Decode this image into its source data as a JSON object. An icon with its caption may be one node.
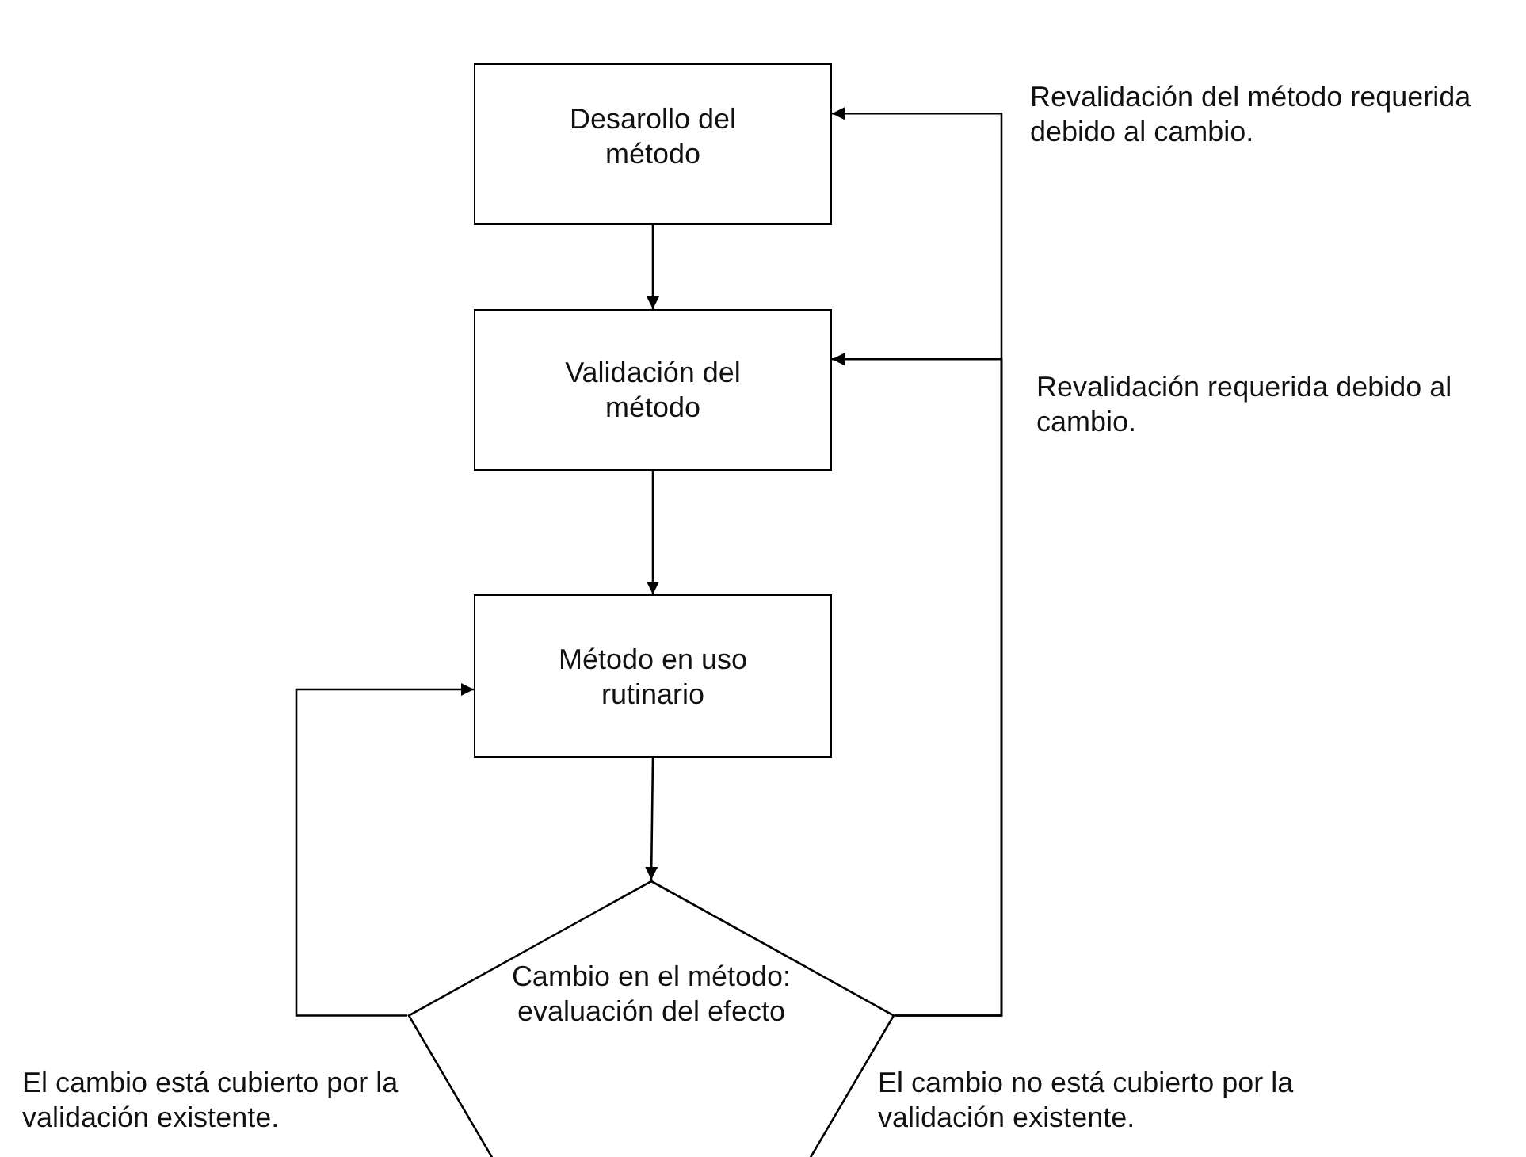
{
  "diagram": {
    "nodes": [
      {
        "text": [
          "Desarollo del método"
        ]
      },
      {
        "text": [
          "Validación del método"
        ]
      },
      {
        "text": [
          "Método en uso rutinario"
        ]
      },
      {
        "text": [
          "Cambio en el método: evaluación del efecto"
        ]
      }
    ],
    "edges": [
      {
        "from": 0,
        "to": 1,
        "arrow": "to"
      },
      {
        "from": 1,
        "to": 2,
        "arrow": "to"
      },
      {
        "from": 2,
        "to": 3,
        "arrow": "to"
      },
      {
        "from": 3,
        "to": 2,
        "arrow": "to"
      },
      {
        "from": 3,
        "to": 0,
        "arrow": "to"
      },
      {
        "from": 3,
        "to": 1,
        "arrow": "to"
      }
    ],
    "labels": [
      "Revalidación del método requerida debido al cambio.",
      "Revalidación requerida debido al cambio.",
      "El cambio está cubierto por la validación existente.",
      "El cambio no está cubierto por la validación existente."
    ]
  }
}
